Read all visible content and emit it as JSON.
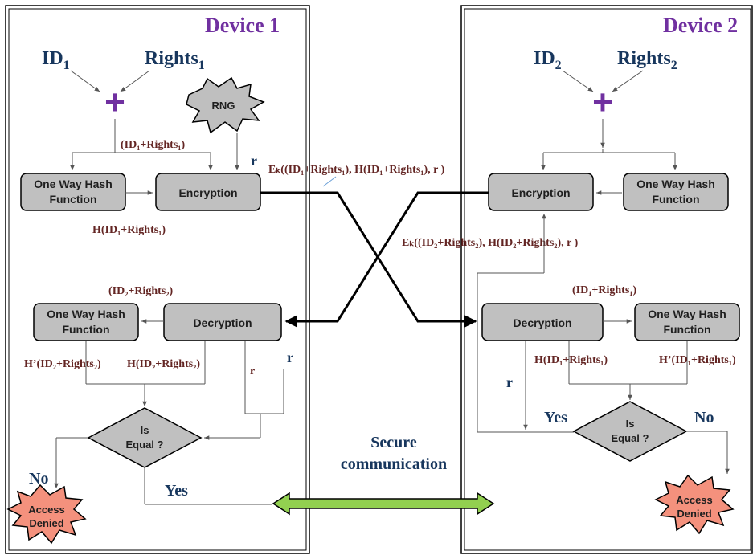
{
  "device1": {
    "title": "Device 1",
    "id_label": "ID",
    "id_sub": "1",
    "rights_label": "Rights",
    "rights_sub": "1",
    "plus": "+",
    "rng": "RNG",
    "r_label": "r",
    "sum_label": "(ID₁+Rights₁)",
    "hash_box": [
      "One Way Hash",
      "Function"
    ],
    "enc_box": "Encryption",
    "hash_out": "H(ID₁+Rights₁)",
    "dec_in": "(ID₂+Rights₂)",
    "dec_hash_box": [
      "One Way Hash",
      "Function"
    ],
    "dec_box": "Decryption",
    "hprime": "H’(ID₂+Rights₂)",
    "hdec": "H(ID₂+Rights₂)",
    "r_small": "r",
    "r_big": "r",
    "decision": [
      "Is",
      "Equal ?"
    ],
    "no": "No",
    "yes": "Yes",
    "denied": [
      "Access",
      "Denied"
    ]
  },
  "device2": {
    "title": "Device 2",
    "id_label": "ID",
    "id_sub": "2",
    "rights_label": "Rights",
    "rights_sub": "2",
    "plus": "+",
    "enc_box": "Encryption",
    "hash_box": [
      "One Way Hash",
      "Function"
    ],
    "dec_in": "(ID₁+Rights₁)",
    "dec_box": "Decryption",
    "dec_hash_box": [
      "One Way Hash",
      "Function"
    ],
    "hdec": "H(ID₁+Rights₁)",
    "hprime": "H’(ID₁+Rights₁)",
    "r_label": "r",
    "yes": "Yes",
    "no": "No",
    "decision": [
      "Is",
      "Equal ?"
    ],
    "denied": [
      "Access",
      "Denied"
    ]
  },
  "messages": {
    "msg1": "Eₖ((ID₁+Rights₁),  H(ID₁+Rights₁), r )",
    "msg2": "Eₖ((ID₂+Rights₂),  H(ID₂+Rights₂), r )"
  },
  "secure": [
    "Secure",
    "communication"
  ],
  "colors": {
    "box_fill": "#c0c0c0",
    "burst_fill": "#f4917d",
    "rng_fill": "#bfbfbf",
    "arrow_green": "#92d050",
    "title_purple": "#7030a0",
    "label_navy": "#17365d",
    "msg_brown": "#632523"
  }
}
